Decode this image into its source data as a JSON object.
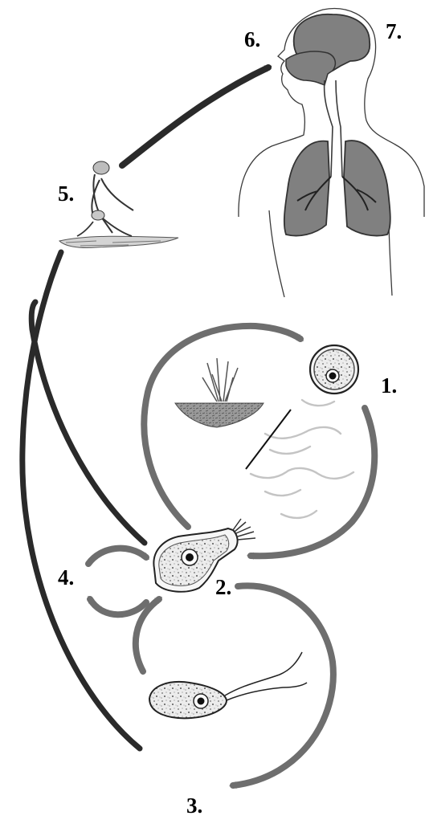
{
  "labels": {
    "s1": "1.",
    "s2": "2.",
    "s3": "3.",
    "s4": "4.",
    "s5": "5.",
    "s6": "6.",
    "s7": "7."
  },
  "colors": {
    "arrow_dark": "#2a2a2a",
    "arrow_gray": "#6e6e6e",
    "organ_fill": "#808080",
    "water": "#c4c4c4"
  }
}
